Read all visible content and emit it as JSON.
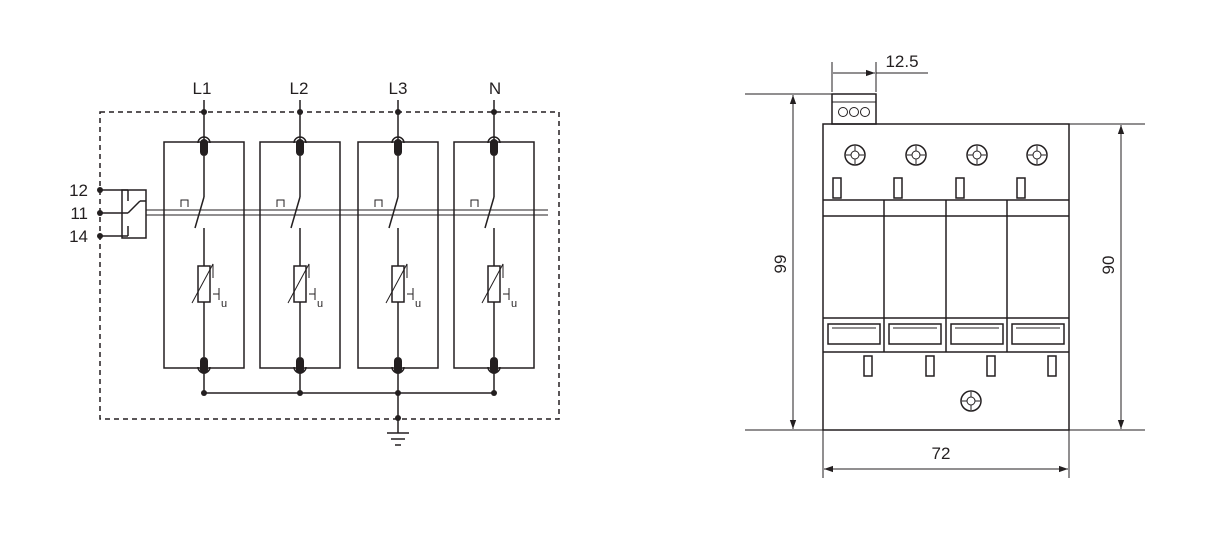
{
  "schematic": {
    "phase_labels": [
      "L1",
      "L2",
      "L3",
      "N"
    ],
    "signal_terminals": [
      "12",
      "11",
      "14"
    ],
    "varistor_marking": "U"
  },
  "dimension_drawing": {
    "terminal_pitch": "12.5",
    "overall_height": "99",
    "body_height": "90",
    "width": "72"
  },
  "colors": {
    "ink": "#231f20",
    "background": "#ffffff"
  }
}
